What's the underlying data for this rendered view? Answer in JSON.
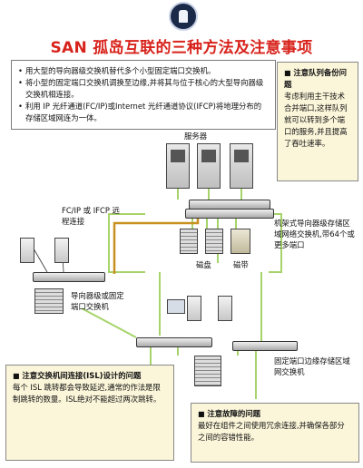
{
  "title": "SAN 孤岛互联的三种方法及注意事项",
  "intro": [
    "用大型的导向器级交换机替代多个小型固定端口交换机。",
    "将小型的固定端口交换机调换至边缘,并将其与位于核心的大型导向器级交换机相连接。",
    "利用 IP 光纤通道(FC/IP)或Internet 光纤通道协议(IFCP)将地理分布的存储区域网连为一体。"
  ],
  "notes": {
    "queue": {
      "title": "注意队列备份问题",
      "body": "考虑利用主干技术合并端口,这样队列就可以转到多个端口的服务,并且提高了吞吐速率。"
    },
    "isl": {
      "title": "注意交换机间连接(ISL)设计的问题",
      "body": "每个 ISL 跳转都会导致延迟,通常的作法是限制跳转的数量。ISL绝对不能超过两次跳转。"
    },
    "fault": {
      "title": "注意故障的问题",
      "body": "最好在组件之间使用冗余连接,并确保各部分之间的容错性能。"
    }
  },
  "labels": {
    "servers": "服务器",
    "fcip": "FC/IP 或 IFCP 远程连接",
    "director": "导向器级或固定端口交换机",
    "disk": "磁盘",
    "tape": "磁带",
    "rack": "机架式导向器级存储区域网络交换机,带64个或更多端口",
    "fixed": "固定端口边缘存储区域网交换机"
  },
  "colors": {
    "title": "#d8231c",
    "fiber": "#a6d46a",
    "remote_link": "#c89020",
    "note_bg": "#fbf6da"
  }
}
